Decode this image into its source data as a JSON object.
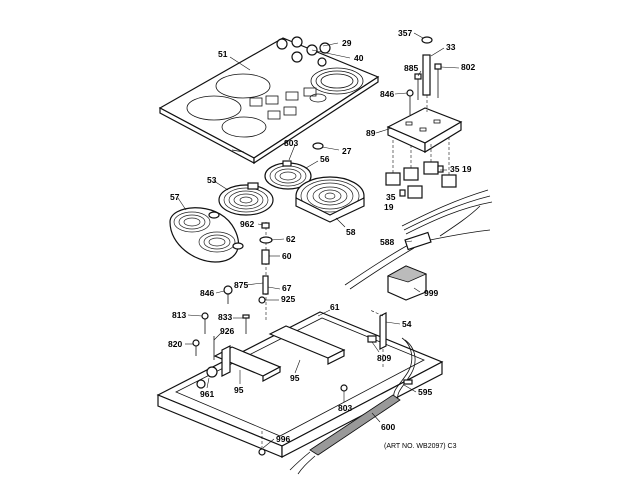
{
  "callouts": {
    "c51": "51",
    "c29": "29",
    "c40": "40",
    "c27": "27",
    "c357": "357",
    "c33": "33",
    "c885": "885",
    "c802": "802",
    "c846a": "846",
    "c89": "89",
    "c35a": "35",
    "c19a": "19",
    "c35b": "35",
    "c19b": "19",
    "c803a": "803",
    "c56": "56",
    "c53": "53",
    "c57": "57",
    "c962": "962",
    "c58": "58",
    "c62": "62",
    "c60": "60",
    "c588": "588",
    "c999": "999",
    "c875": "875",
    "c846b": "846",
    "c67": "67",
    "c925": "925",
    "c61": "61",
    "c813": "813",
    "c833": "833",
    "c54": "54",
    "c926": "926",
    "c820": "820",
    "c809": "809",
    "c95a": "95",
    "c95b": "95",
    "c961": "961",
    "c803b": "803",
    "c595": "595",
    "c600": "600",
    "c996": "996"
  },
  "art_number": "(ART NO. WB2097) C3"
}
